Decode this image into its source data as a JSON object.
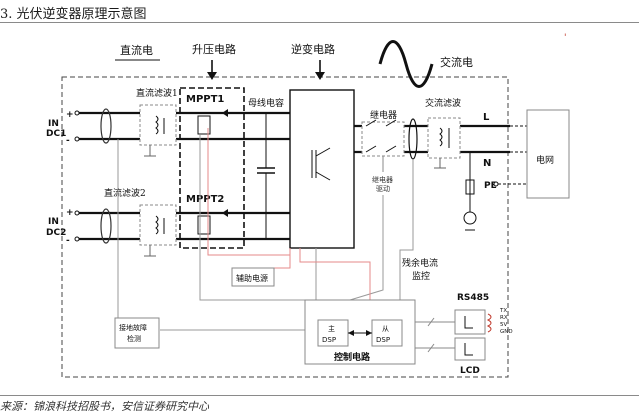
{
  "figure": {
    "title": "3. 光伏逆变器原理示意图",
    "source": "来源：锦浪科技招股书，安信证券研究中心"
  },
  "diagram": {
    "section_labels": {
      "dc_power": "直流电",
      "boost_circuit": "升压电路",
      "inverter_circuit": "逆变电路",
      "ac_power": "交流电"
    },
    "blocks": {
      "dc_filter_1": "直流滤波1",
      "dc_filter_2": "直流滤波2",
      "mppt1": "MPPT1",
      "mppt2": "MPPT2",
      "bus_capacitor": "母线电容",
      "relay": "继电器",
      "ac_filter": "交流滤波",
      "grid": "电网",
      "relay_drive_line1": "继电器",
      "relay_drive_line2": "驱动",
      "aux_power": "辅助电源",
      "residual_current_line1": "残余电流",
      "residual_current_line2": "监控",
      "ground_fault_line1": "接地故障",
      "ground_fault_line2": "检测",
      "master_dsp_line1": "主",
      "master_dsp_line2": "DSP",
      "slave_dsp_line1": "从",
      "slave_dsp_line2": "DSP",
      "control_circuit": "控制电路",
      "rs485": "RS485",
      "lcd": "LCD",
      "rs485_pins": [
        "TX",
        "RX",
        "5V",
        "GND"
      ]
    },
    "terminals": {
      "plus": "+",
      "minus": "-",
      "in": "IN",
      "dc1": "DC1",
      "dc2": "DC2",
      "line": "L",
      "neutral": "N",
      "pe": "PE"
    },
    "colors": {
      "box_border": "#444444",
      "wire": "#111111",
      "signal_gray": "#9a9a9a",
      "signal_red": "#e58a8a",
      "accent": "#c0392b"
    }
  }
}
